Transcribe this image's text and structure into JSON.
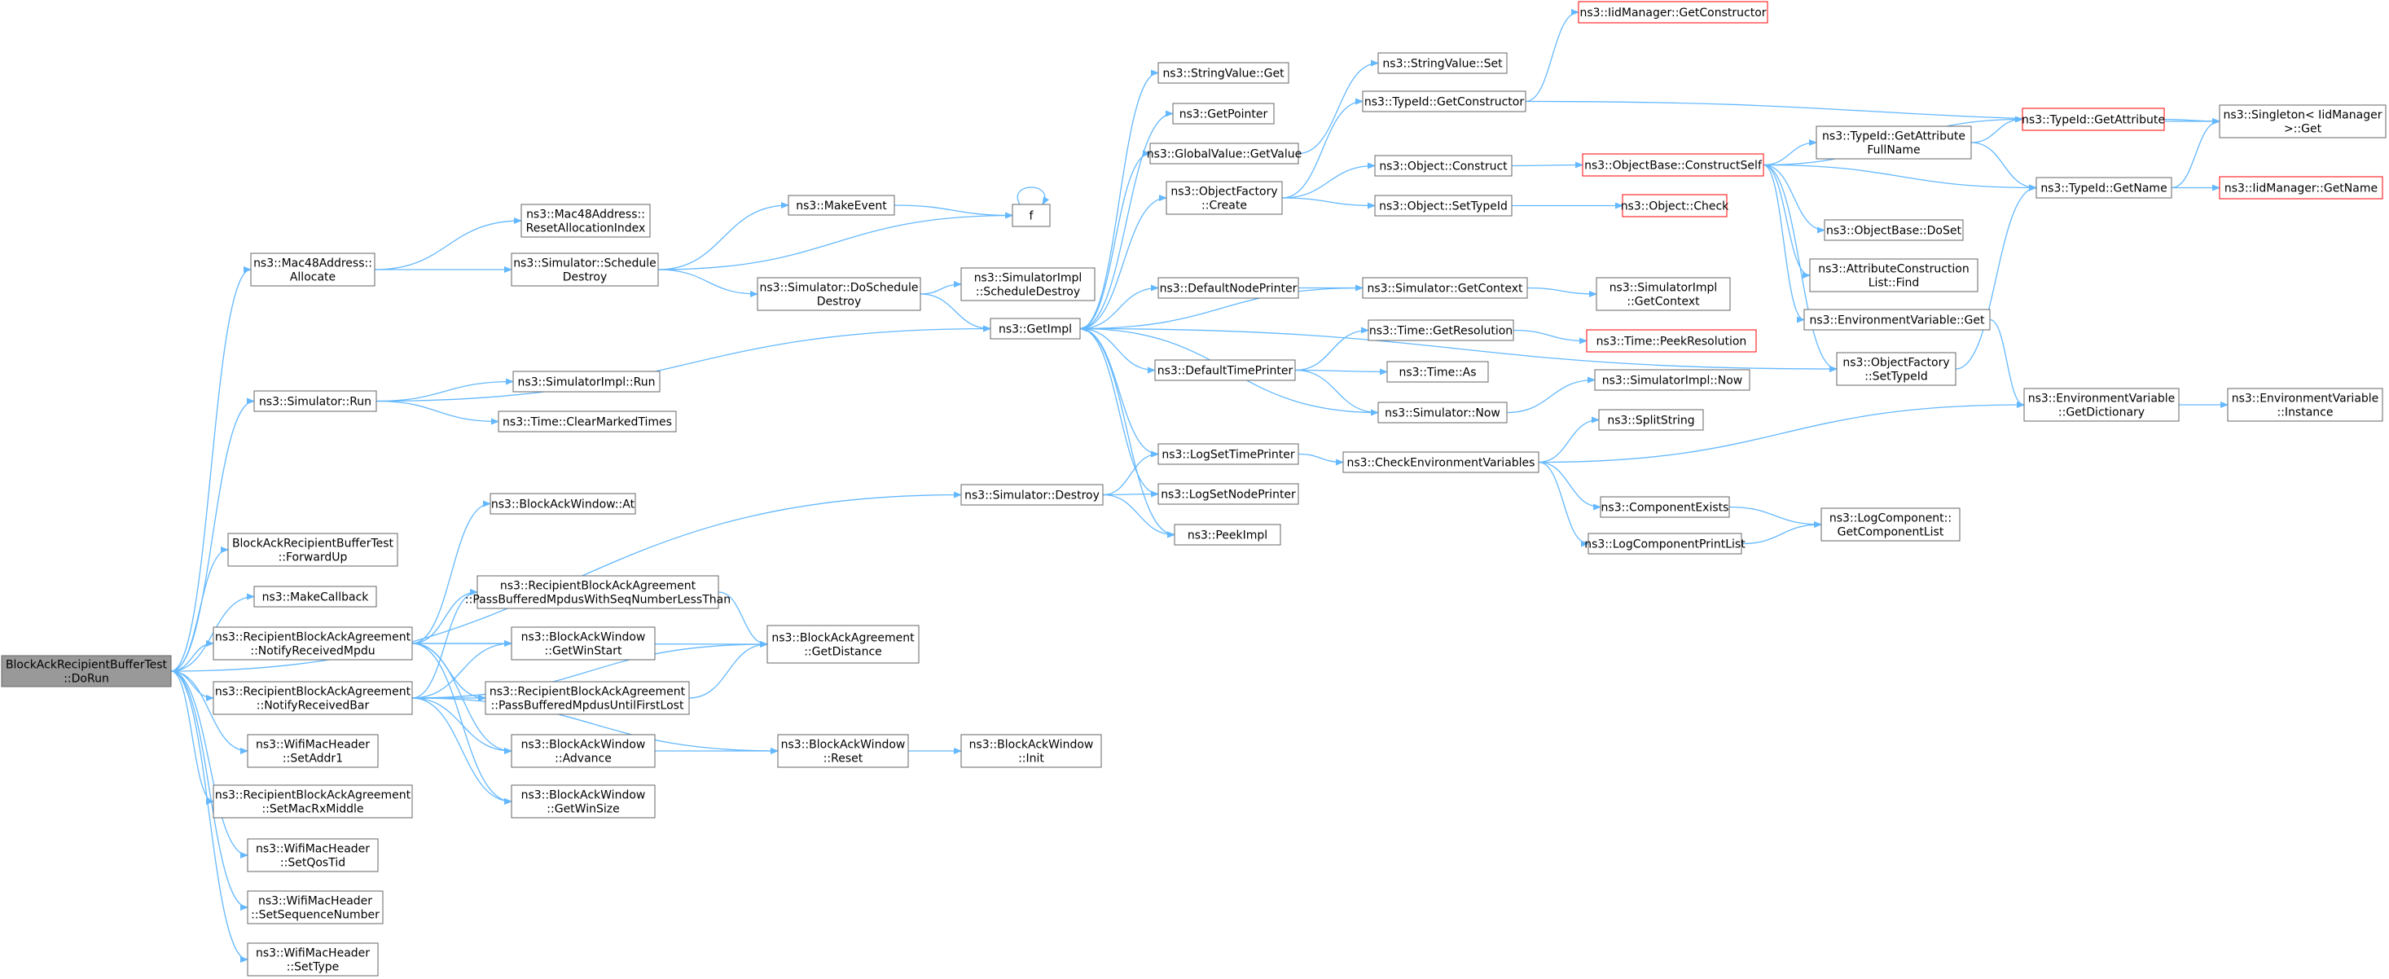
{
  "graph": {
    "style": {
      "edge_color": "#63b8ff",
      "node_border": "#666666",
      "truncated_border": "#ff0000",
      "root_fill": "#999999",
      "node_fill": "#ffffff"
    },
    "nodes": [
      {
        "id": "root",
        "lines": [
          "BlockAckRecipientBufferTest",
          "::DoRun"
        ]
      },
      {
        "id": "mac48alloc",
        "lines": [
          "ns3::Mac48Address::",
          "Allocate"
        ]
      },
      {
        "id": "mac48reset",
        "lines": [
          "ns3::Mac48Address::",
          "ResetAllocationIndex"
        ]
      },
      {
        "id": "simsched",
        "lines": [
          "ns3::Simulator::Schedule",
          "Destroy"
        ]
      },
      {
        "id": "makeevent",
        "lines": [
          "ns3::MakeEvent"
        ]
      },
      {
        "id": "f",
        "lines": [
          "f"
        ]
      },
      {
        "id": "simdosched",
        "lines": [
          "ns3::Simulator::DoSchedule",
          "Destroy"
        ]
      },
      {
        "id": "simimplsched",
        "lines": [
          "ns3::SimulatorImpl",
          "::ScheduleDestroy"
        ]
      },
      {
        "id": "getimpl",
        "lines": [
          "ns3::GetImpl"
        ]
      },
      {
        "id": "strget",
        "lines": [
          "ns3::StringValue::Get"
        ]
      },
      {
        "id": "getptr",
        "lines": [
          "ns3::GetPointer"
        ]
      },
      {
        "id": "gvget",
        "lines": [
          "ns3::GlobalValue::GetValue"
        ]
      },
      {
        "id": "ofcreate",
        "lines": [
          "ns3::ObjectFactory",
          "::Create"
        ]
      },
      {
        "id": "strset",
        "lines": [
          "ns3::StringValue::Set"
        ]
      },
      {
        "id": "tidgetctor",
        "lines": [
          "ns3::TypeId::GetConstructor"
        ]
      },
      {
        "id": "iidgetctor",
        "lines": [
          "ns3::IidManager::GetConstructor"
        ]
      },
      {
        "id": "objconstruct",
        "lines": [
          "ns3::Object::Construct"
        ]
      },
      {
        "id": "objsettid",
        "lines": [
          "ns3::Object::SetTypeId"
        ]
      },
      {
        "id": "obconstructself",
        "lines": [
          "ns3::ObjectBase::ConstructSelf"
        ]
      },
      {
        "id": "objcheck",
        "lines": [
          "ns3::Object::Check"
        ]
      },
      {
        "id": "tidgetattrfull",
        "lines": [
          "ns3::TypeId::GetAttribute",
          "FullName"
        ]
      },
      {
        "id": "tidgetattr",
        "lines": [
          "ns3::TypeId::GetAttribute"
        ]
      },
      {
        "id": "singleton",
        "lines": [
          "ns3::Singleton< IidManager",
          ">::Get"
        ]
      },
      {
        "id": "tidgetname",
        "lines": [
          "ns3::TypeId::GetName"
        ]
      },
      {
        "id": "iidgetname",
        "lines": [
          "ns3::IidManager::GetName"
        ]
      },
      {
        "id": "obdoset",
        "lines": [
          "ns3::ObjectBase::DoSet"
        ]
      },
      {
        "id": "attrfind",
        "lines": [
          "ns3::AttributeConstruction",
          "List::Find"
        ]
      },
      {
        "id": "envget",
        "lines": [
          "ns3::EnvironmentVariable::Get"
        ]
      },
      {
        "id": "ofsettid",
        "lines": [
          "ns3::ObjectFactory",
          "::SetTypeId"
        ]
      },
      {
        "id": "envgetdict",
        "lines": [
          "ns3::EnvironmentVariable",
          "::GetDictionary"
        ]
      },
      {
        "id": "envinstance",
        "lines": [
          "ns3::EnvironmentVariable",
          "::Instance"
        ]
      },
      {
        "id": "defnodeprinter",
        "lines": [
          "ns3::DefaultNodePrinter"
        ]
      },
      {
        "id": "simgetctx",
        "lines": [
          "ns3::Simulator::GetContext"
        ]
      },
      {
        "id": "simimplgetctx",
        "lines": [
          "ns3::SimulatorImpl",
          "::GetContext"
        ]
      },
      {
        "id": "deftimeprinter",
        "lines": [
          "ns3::DefaultTimePrinter"
        ]
      },
      {
        "id": "timegetres",
        "lines": [
          "ns3::Time::GetResolution"
        ]
      },
      {
        "id": "timepeekres",
        "lines": [
          "ns3::Time::PeekResolution"
        ]
      },
      {
        "id": "timeas",
        "lines": [
          "ns3::Time::As"
        ]
      },
      {
        "id": "simnow",
        "lines": [
          "ns3::Simulator::Now"
        ]
      },
      {
        "id": "simimplnow",
        "lines": [
          "ns3::SimulatorImpl::Now"
        ]
      },
      {
        "id": "simrun",
        "lines": [
          "ns3::Simulator::Run"
        ]
      },
      {
        "id": "simimplrun",
        "lines": [
          "ns3::SimulatorImpl::Run"
        ]
      },
      {
        "id": "timeclear",
        "lines": [
          "ns3::Time::ClearMarkedTimes"
        ]
      },
      {
        "id": "logsettime",
        "lines": [
          "ns3::LogSetTimePrinter"
        ]
      },
      {
        "id": "checkenv",
        "lines": [
          "ns3::CheckEnvironmentVariables"
        ]
      },
      {
        "id": "splitstring",
        "lines": [
          "ns3::SplitString"
        ]
      },
      {
        "id": "compexists",
        "lines": [
          "ns3::ComponentExists"
        ]
      },
      {
        "id": "logcompprint",
        "lines": [
          "ns3::LogComponentPrintList"
        ]
      },
      {
        "id": "logcompget",
        "lines": [
          "ns3::LogComponent::",
          "GetComponentList"
        ]
      },
      {
        "id": "simdestroy",
        "lines": [
          "ns3::Simulator::Destroy"
        ]
      },
      {
        "id": "logsetnode",
        "lines": [
          "ns3::LogSetNodePrinter"
        ]
      },
      {
        "id": "peekimpl",
        "lines": [
          "ns3::PeekImpl"
        ]
      },
      {
        "id": "bawat",
        "lines": [
          "ns3::BlockAckWindow::At"
        ]
      },
      {
        "id": "fwdup",
        "lines": [
          "BlockAckRecipientBufferTest",
          "::ForwardUp"
        ]
      },
      {
        "id": "makecb",
        "lines": [
          "ns3::MakeCallback"
        ]
      },
      {
        "id": "rbanotifympdu",
        "lines": [
          "ns3::RecipientBlockAckAgreement",
          "::NotifyReceivedMpdu"
        ]
      },
      {
        "id": "rbapasslt",
        "lines": [
          "ns3::RecipientBlockAckAgreement",
          "::PassBufferedMpdusWithSeqNumberLessThan"
        ]
      },
      {
        "id": "bawgetwinstart",
        "lines": [
          "ns3::BlockAckWindow",
          "::GetWinStart"
        ]
      },
      {
        "id": "bagetdist",
        "lines": [
          "ns3::BlockAckAgreement",
          "::GetDistance"
        ]
      },
      {
        "id": "rbanotifybar",
        "lines": [
          "ns3::RecipientBlockAckAgreement",
          "::NotifyReceivedBar"
        ]
      },
      {
        "id": "rbapassfirst",
        "lines": [
          "ns3::RecipientBlockAckAgreement",
          "::PassBufferedMpdusUntilFirstLost"
        ]
      },
      {
        "id": "bawadvance",
        "lines": [
          "ns3::BlockAckWindow",
          "::Advance"
        ]
      },
      {
        "id": "bawreset",
        "lines": [
          "ns3::BlockAckWindow",
          "::Reset"
        ]
      },
      {
        "id": "bawinit",
        "lines": [
          "ns3::BlockAckWindow",
          "::Init"
        ]
      },
      {
        "id": "bawgetwinsize",
        "lines": [
          "ns3::BlockAckWindow",
          "::GetWinSize"
        ]
      },
      {
        "id": "wmhaddr1",
        "lines": [
          "ns3::WifiMacHeader",
          "::SetAddr1"
        ]
      },
      {
        "id": "rbasetmac",
        "lines": [
          "ns3::RecipientBlockAckAgreement",
          "::SetMacRxMiddle"
        ]
      },
      {
        "id": "wmhqos",
        "lines": [
          "ns3::WifiMacHeader",
          "::SetQosTid"
        ]
      },
      {
        "id": "wmhseq",
        "lines": [
          "ns3::WifiMacHeader",
          "::SetSequenceNumber"
        ]
      },
      {
        "id": "wmhtype",
        "lines": [
          "ns3::WifiMacHeader",
          "::SetType"
        ]
      }
    ],
    "edges": [
      [
        "root",
        "mac48alloc"
      ],
      [
        "root",
        "simrun"
      ],
      [
        "root",
        "simdestroy"
      ],
      [
        "root",
        "fwdup"
      ],
      [
        "root",
        "makecb"
      ],
      [
        "root",
        "rbanotifympdu"
      ],
      [
        "root",
        "rbanotifybar"
      ],
      [
        "root",
        "wmhaddr1"
      ],
      [
        "root",
        "rbasetmac"
      ],
      [
        "root",
        "wmhqos"
      ],
      [
        "root",
        "wmhseq"
      ],
      [
        "root",
        "wmhtype"
      ],
      [
        "mac48alloc",
        "mac48reset"
      ],
      [
        "mac48alloc",
        "simsched"
      ],
      [
        "simsched",
        "makeevent"
      ],
      [
        "simsched",
        "f"
      ],
      [
        "simsched",
        "simdosched"
      ],
      [
        "makeevent",
        "f"
      ],
      [
        "f",
        "f"
      ],
      [
        "simdosched",
        "simimplsched"
      ],
      [
        "simdosched",
        "getimpl"
      ],
      [
        "getimpl",
        "strget"
      ],
      [
        "getimpl",
        "getptr"
      ],
      [
        "getimpl",
        "gvget"
      ],
      [
        "getimpl",
        "ofcreate"
      ],
      [
        "getimpl",
        "ofsettid"
      ],
      [
        "getimpl",
        "defnodeprinter"
      ],
      [
        "getimpl",
        "deftimeprinter"
      ],
      [
        "getimpl",
        "logsettime"
      ],
      [
        "getimpl",
        "logsetnode"
      ],
      [
        "getimpl",
        "peekimpl"
      ],
      [
        "gvget",
        "strset"
      ],
      [
        "ofcreate",
        "tidgetctor"
      ],
      [
        "ofcreate",
        "objconstruct"
      ],
      [
        "ofcreate",
        "objsettid"
      ],
      [
        "tidgetctor",
        "iidgetctor"
      ],
      [
        "tidgetctor",
        "singleton"
      ],
      [
        "objconstruct",
        "obconstructself"
      ],
      [
        "objsettid",
        "objcheck"
      ],
      [
        "obconstructself",
        "tidgetattrfull"
      ],
      [
        "obconstructself",
        "tidgetattr"
      ],
      [
        "obconstructself",
        "tidgetname"
      ],
      [
        "obconstructself",
        "obdoset"
      ],
      [
        "obconstructself",
        "attrfind"
      ],
      [
        "obconstructself",
        "envget"
      ],
      [
        "obconstructself",
        "ofsettid"
      ],
      [
        "tidgetattrfull",
        "tidgetattr"
      ],
      [
        "tidgetattrfull",
        "tidgetname"
      ],
      [
        "tidgetattr",
        "singleton"
      ],
      [
        "tidgetname",
        "singleton"
      ],
      [
        "tidgetname",
        "iidgetname"
      ],
      [
        "envget",
        "envgetdict"
      ],
      [
        "ofsettid",
        "tidgetname"
      ],
      [
        "envgetdict",
        "envinstance"
      ],
      [
        "defnodeprinter",
        "simgetctx"
      ],
      [
        "simgetctx",
        "simimplgetctx"
      ],
      [
        "simgetctx",
        "getimpl"
      ],
      [
        "deftimeprinter",
        "timegetres"
      ],
      [
        "deftimeprinter",
        "timeas"
      ],
      [
        "deftimeprinter",
        "simnow"
      ],
      [
        "timegetres",
        "timepeekres"
      ],
      [
        "simnow",
        "simimplnow"
      ],
      [
        "simnow",
        "getimpl"
      ],
      [
        "simrun",
        "getimpl"
      ],
      [
        "simrun",
        "simimplrun"
      ],
      [
        "simrun",
        "timeclear"
      ],
      [
        "logsettime",
        "checkenv"
      ],
      [
        "checkenv",
        "splitstring"
      ],
      [
        "checkenv",
        "envgetdict"
      ],
      [
        "checkenv",
        "compexists"
      ],
      [
        "checkenv",
        "logcompprint"
      ],
      [
        "compexists",
        "logcompget"
      ],
      [
        "logcompprint",
        "logcompget"
      ],
      [
        "simdestroy",
        "logsettime"
      ],
      [
        "simdestroy",
        "logsetnode"
      ],
      [
        "simdestroy",
        "peekimpl"
      ],
      [
        "rbanotifympdu",
        "bawat"
      ],
      [
        "rbanotifympdu",
        "rbapasslt"
      ],
      [
        "rbanotifympdu",
        "bawgetwinstart"
      ],
      [
        "rbanotifympdu",
        "bagetdist"
      ],
      [
        "rbanotifympdu",
        "rbapassfirst"
      ],
      [
        "rbanotifympdu",
        "bawadvance"
      ],
      [
        "rbanotifympdu",
        "bawgetwinsize"
      ],
      [
        "rbanotifybar",
        "rbapasslt"
      ],
      [
        "rbanotifybar",
        "bawgetwinstart"
      ],
      [
        "rbanotifybar",
        "rbapassfirst"
      ],
      [
        "rbanotifybar",
        "bawadvance"
      ],
      [
        "rbanotifybar",
        "bawgetwinsize"
      ],
      [
        "rbanotifybar",
        "bagetdist"
      ],
      [
        "rbanotifybar",
        "bawreset"
      ],
      [
        "rbapasslt",
        "bagetdist"
      ],
      [
        "rbapassfirst",
        "bagetdist"
      ],
      [
        "bawadvance",
        "bawreset"
      ],
      [
        "bawreset",
        "bawinit"
      ]
    ]
  }
}
